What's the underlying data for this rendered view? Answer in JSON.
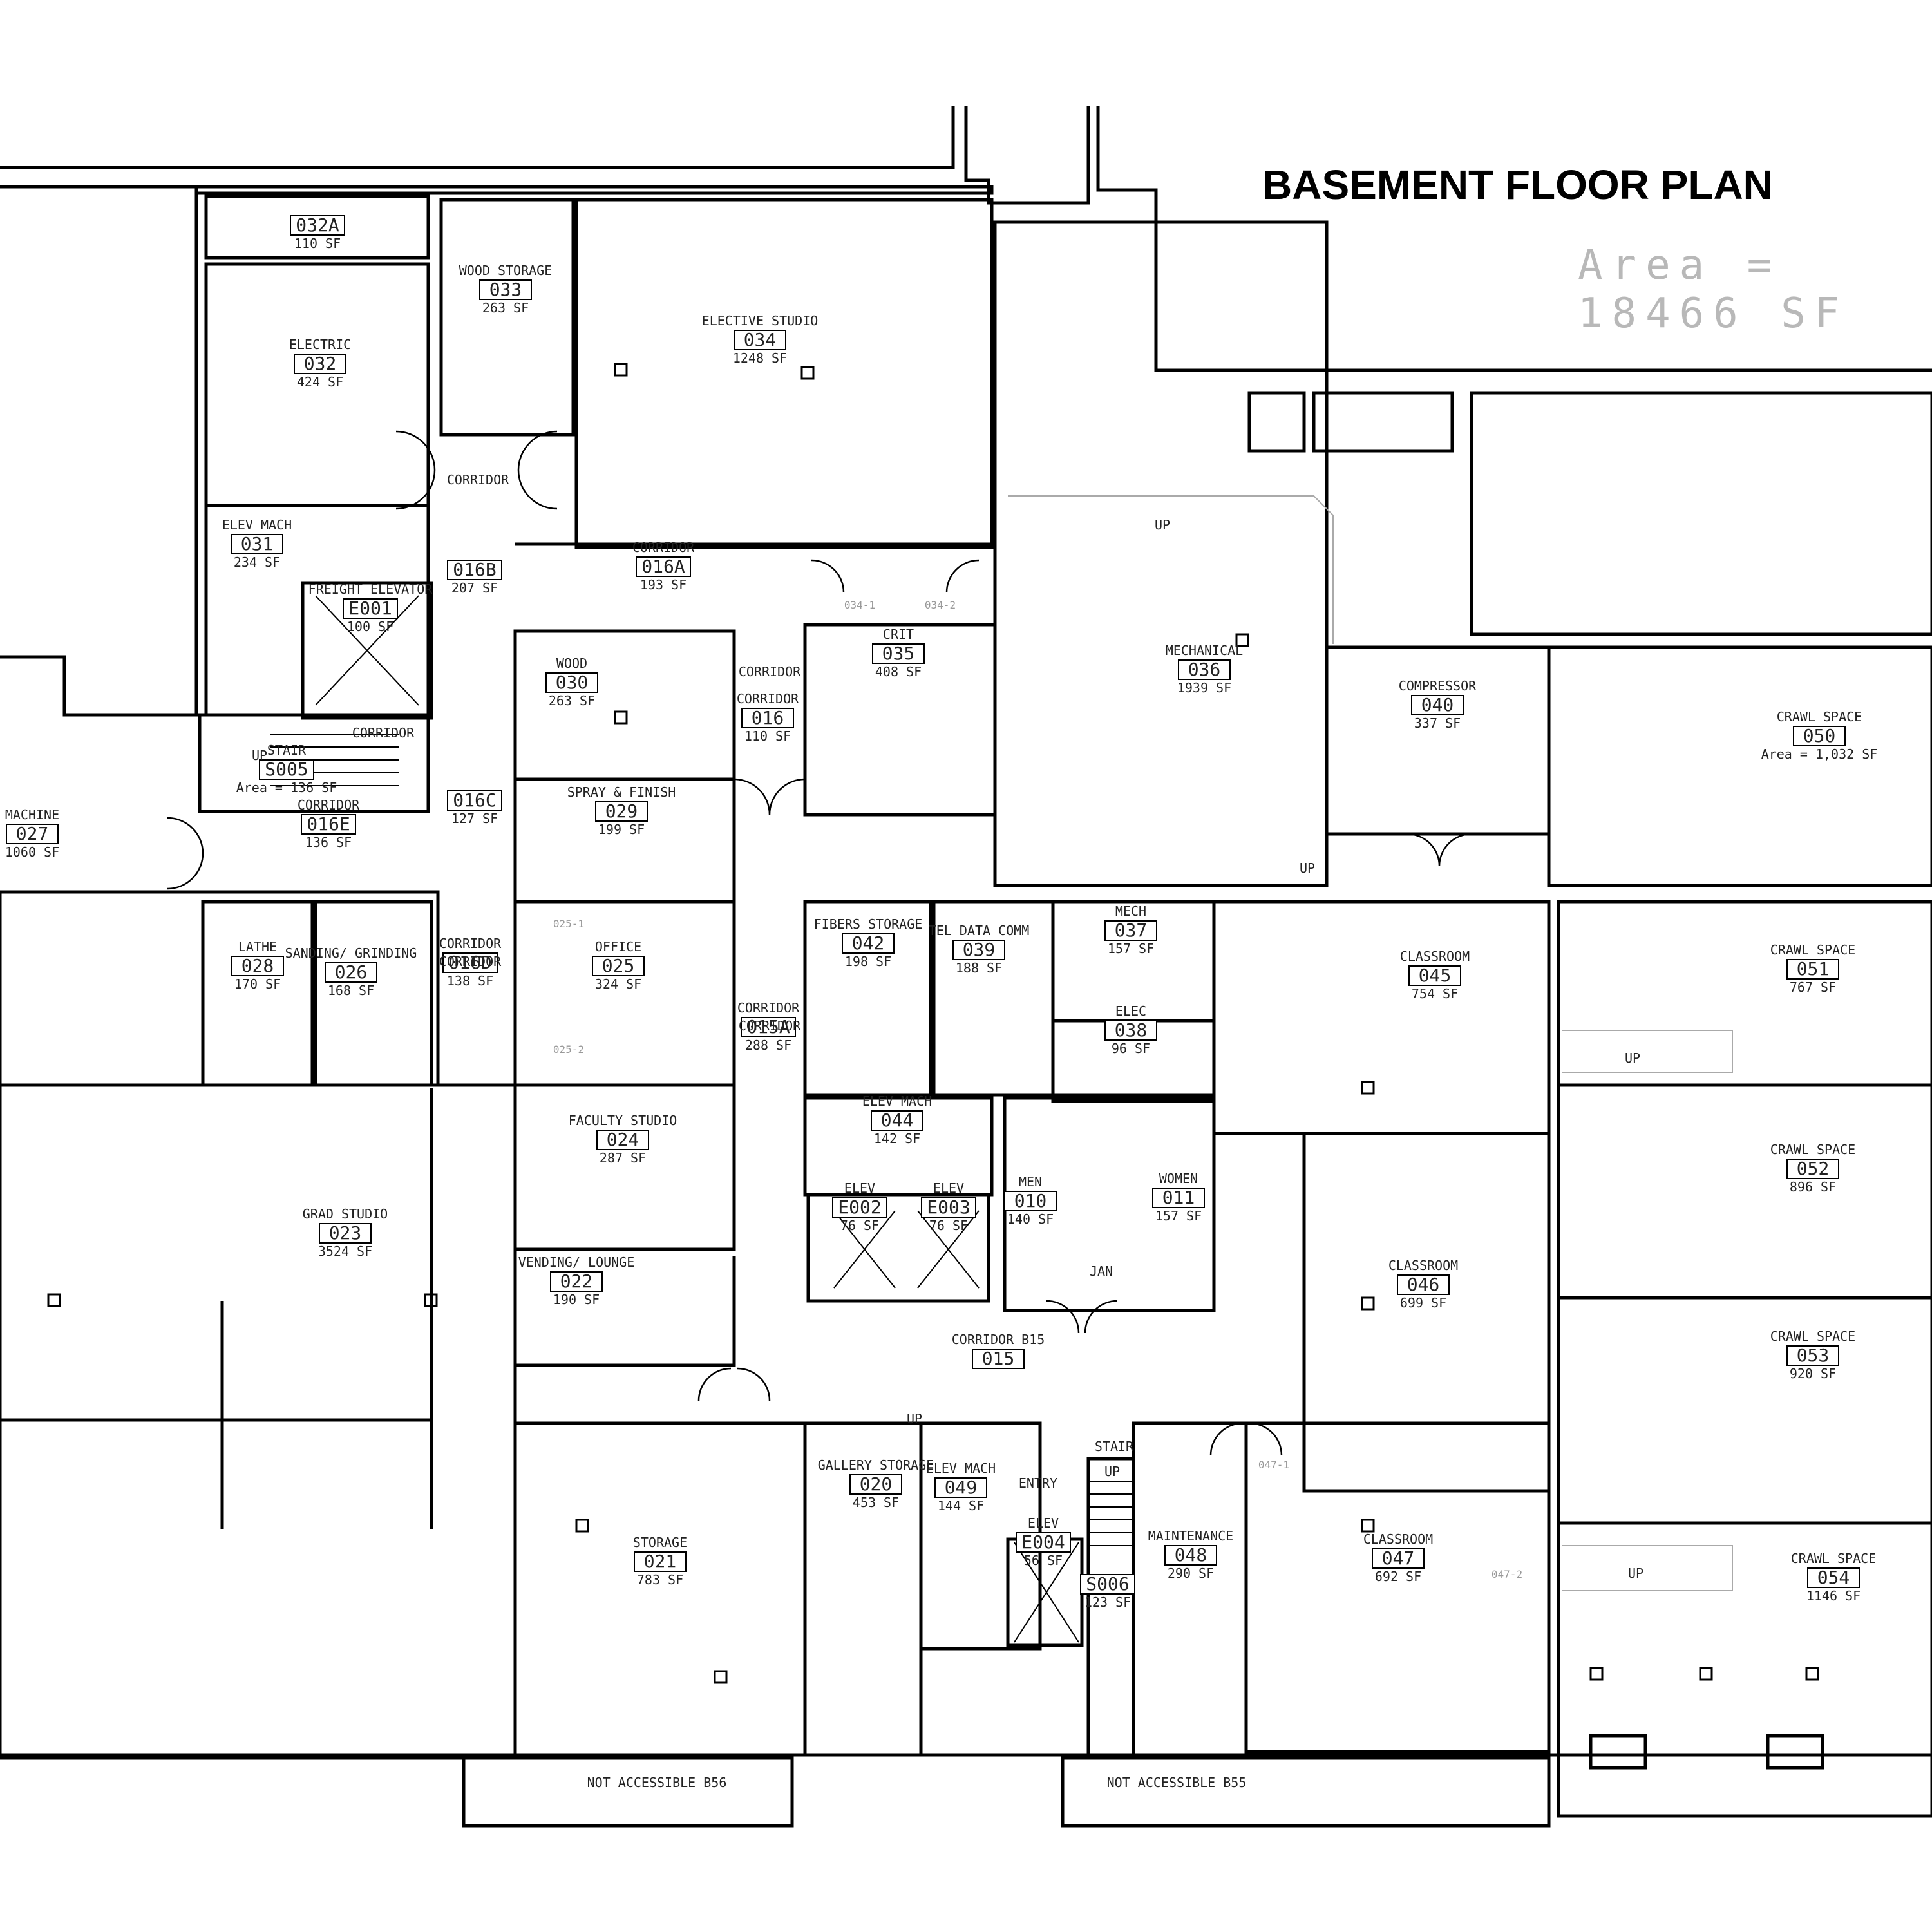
{
  "title": "BASEMENT FLOOR PLAN",
  "area_label": "Area =",
  "area_value": "18466 SF",
  "rooms": [
    {
      "name": "",
      "number": "032A",
      "area": "110 SF"
    },
    {
      "name": "ELECTRIC",
      "number": "032",
      "area": "424 SF"
    },
    {
      "name": "WOOD STORAGE",
      "number": "033",
      "area": "263 SF"
    },
    {
      "name": "ELECTIVE STUDIO",
      "number": "034",
      "area": "1248 SF"
    },
    {
      "name": "ELEV MACH",
      "number": "031",
      "area": "234 SF"
    },
    {
      "name": "FREIGHT ELEVATOR",
      "number": "E001",
      "area": "100 SF"
    },
    {
      "name": "",
      "number": "016B",
      "area": "207 SF"
    },
    {
      "name": "CORRIDOR",
      "number": "016A",
      "area": "193 SF"
    },
    {
      "name": "CRIT",
      "number": "035",
      "area": "408 SF"
    },
    {
      "name": "MECHANICAL",
      "number": "036",
      "area": "1939 SF"
    },
    {
      "name": "WOOD",
      "number": "030",
      "area": "263 SF"
    },
    {
      "name": "CORRIDOR",
      "number": "016",
      "area": "110 SF"
    },
    {
      "name": "COMPRESSOR",
      "number": "040",
      "area": "337 SF"
    },
    {
      "name": "CRAWL SPACE",
      "number": "050",
      "area": "Area = 1,032 SF"
    },
    {
      "name": "STAIR",
      "number": "S005",
      "area": "Area = 136 SF"
    },
    {
      "name": "",
      "number": "016C",
      "area": "127 SF"
    },
    {
      "name": "SPRAY & FINISH",
      "number": "029",
      "area": "199 SF"
    },
    {
      "name": "CORRIDOR",
      "number": "016E",
      "area": "136 SF"
    },
    {
      "name": "MACHINE",
      "number": "027",
      "area": "1060 SF"
    },
    {
      "name": "LATHE",
      "number": "028",
      "area": "170 SF"
    },
    {
      "name": "SANDING/ GRINDING",
      "number": "026",
      "area": "168 SF"
    },
    {
      "name": "CORRIDOR",
      "number": "016D",
      "area": "138 SF"
    },
    {
      "name": "OFFICE",
      "number": "025",
      "area": "324 SF"
    },
    {
      "name": "FIBERS STORAGE",
      "number": "042",
      "area": "198 SF"
    },
    {
      "name": "TEL DATA COMM",
      "number": "039",
      "area": "188 SF"
    },
    {
      "name": "MECH",
      "number": "037",
      "area": "157 SF"
    },
    {
      "name": "ELEC",
      "number": "038",
      "area": "96 SF"
    },
    {
      "name": "CLASSROOM",
      "number": "045",
      "area": "754 SF"
    },
    {
      "name": "CRAWL SPACE",
      "number": "051",
      "area": "767 SF"
    },
    {
      "name": "CORRIDOR",
      "number": "015A",
      "area": "288 SF"
    },
    {
      "name": "FACULTY STUDIO",
      "number": "024",
      "area": "287 SF"
    },
    {
      "name": "ELEV MACH",
      "number": "044",
      "area": "142 SF"
    },
    {
      "name": "GRAD STUDIO",
      "number": "023",
      "area": "3524 SF"
    },
    {
      "name": "ELEV",
      "number": "E002",
      "area": "76 SF"
    },
    {
      "name": "ELEV",
      "number": "E003",
      "area": "76 SF"
    },
    {
      "name": "MEN",
      "number": "010",
      "area": "140 SF"
    },
    {
      "name": "WOMEN",
      "number": "011",
      "area": "157 SF"
    },
    {
      "name": "CRAWL SPACE",
      "number": "052",
      "area": "896 SF"
    },
    {
      "name": "VENDING/ LOUNGE",
      "number": "022",
      "area": "190 SF"
    },
    {
      "name": "CLASSROOM",
      "number": "046",
      "area": "699 SF"
    },
    {
      "name": "CORRIDOR B15",
      "number": "015",
      "area": ""
    },
    {
      "name": "CRAWL SPACE",
      "number": "053",
      "area": "920 SF"
    },
    {
      "name": "STORAGE",
      "number": "021",
      "area": "783 SF"
    },
    {
      "name": "GALLERY STORAGE",
      "number": "020",
      "area": "453 SF"
    },
    {
      "name": "ELEV MACH",
      "number": "049",
      "area": "144 SF"
    },
    {
      "name": "ELEV",
      "number": "E004",
      "area": "56 SF"
    },
    {
      "name": "",
      "number": "S006",
      "area": "123 SF"
    },
    {
      "name": "MAINTENANCE",
      "number": "048",
      "area": "290 SF"
    },
    {
      "name": "CLASSROOM",
      "number": "047",
      "area": "692 SF"
    },
    {
      "name": "CRAWL SPACE",
      "number": "054",
      "area": "1146 SF"
    }
  ],
  "labels": [
    "CORRIDOR",
    "CORRIDOR",
    "CORRIDOR",
    "CORRIDOR",
    "CORRIDOR",
    "ENTRY",
    "STAIR",
    "JAN",
    "UP",
    "UP",
    "UP",
    "UP",
    "UP",
    "UP",
    "UP",
    "NOT ACCESSIBLE B56",
    "NOT ACCESSIBLE B55",
    "034-1",
    "034-2",
    "025-1",
    "025-2",
    "047-1",
    "047-2"
  ]
}
